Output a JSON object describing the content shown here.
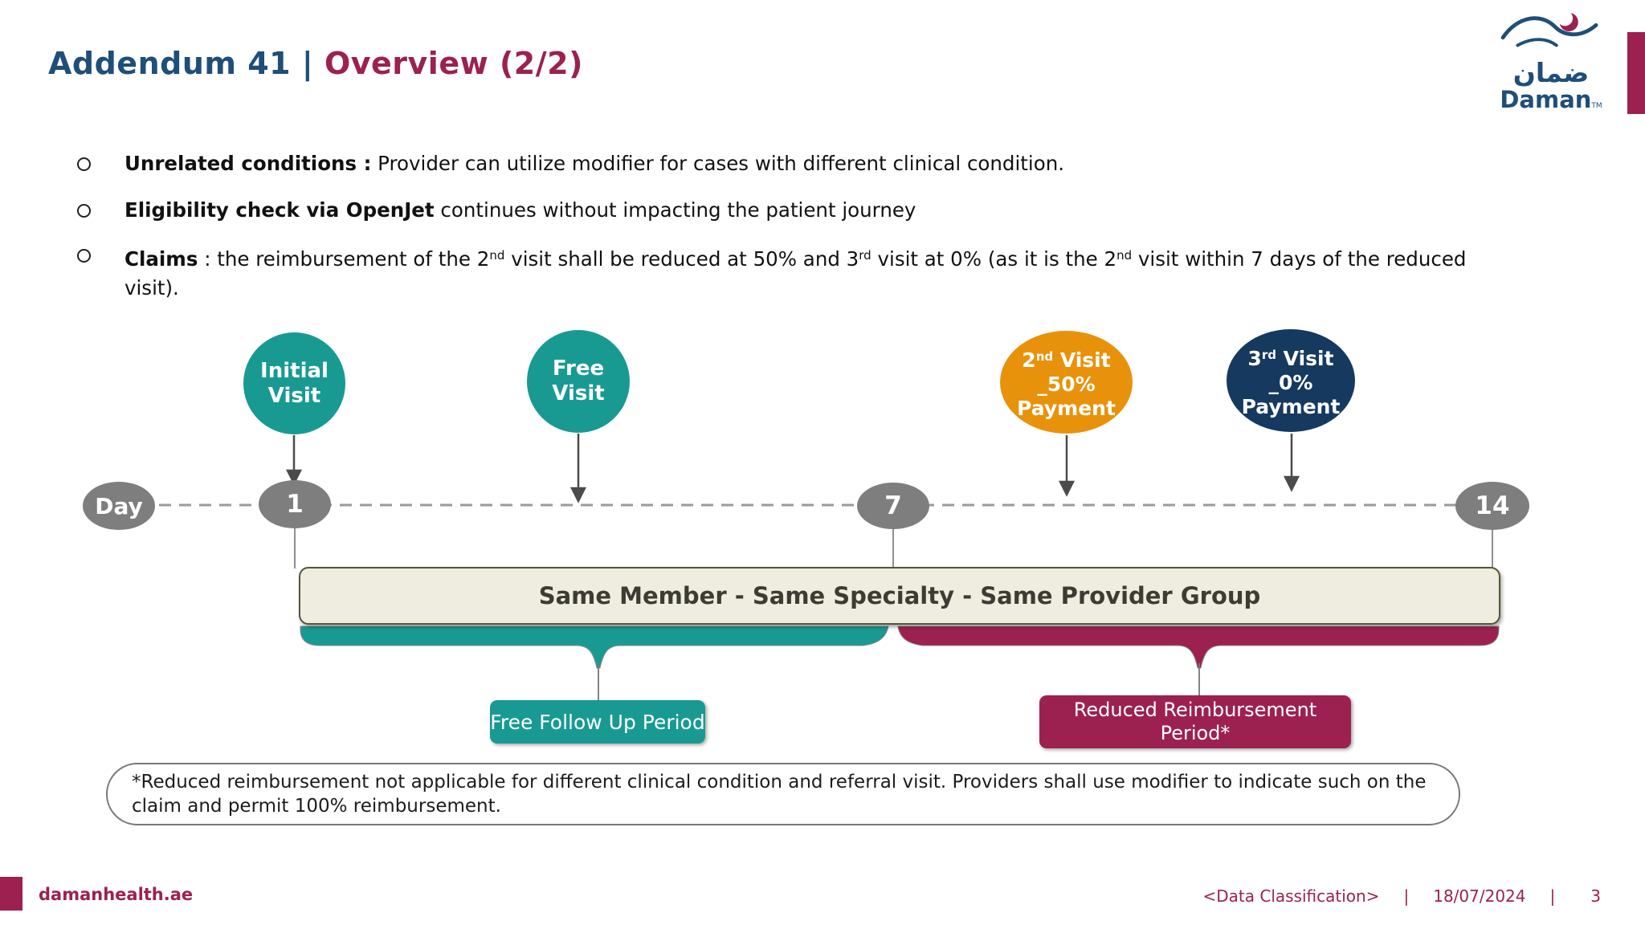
{
  "title": {
    "left": "Addendum 41 |",
    "right": " Overview (2/2)"
  },
  "logo": {
    "arabic": "ضمان",
    "name": "Daman",
    "tm": "TM"
  },
  "bullets": {
    "b1": {
      "bold": "Unrelated conditions :",
      "rest": " Provider can utilize modifier for cases with different clinical condition."
    },
    "b2": {
      "bold": "Eligibility check via OpenJet",
      "rest": " continues without impacting the patient journey"
    },
    "b3": {
      "bold": "Claims",
      "s1": " : the reimbursement of the 2",
      "sup1": "nd",
      "s2": " visit shall be reduced at 50% and 3",
      "sup2": "rd",
      "s3": " visit at 0% (as it is the 2",
      "sup3": "nd",
      "s4": " visit within 7 days of the reduced visit)."
    }
  },
  "timeline": {
    "day": "Day",
    "m1": "1",
    "m7": "7",
    "m14": "14",
    "visit1": {
      "l1": "Initial",
      "l2": "Visit"
    },
    "visit2": {
      "l1": "Free",
      "l2": "Visit"
    },
    "visit3": {
      "n": "2",
      "ord": "nd",
      "after": " Visit",
      "l2": "_50%",
      "l3": "Payment"
    },
    "visit4": {
      "n": "3",
      "ord": "rd",
      "after": " Visit",
      "l2": "_0%",
      "l3": "Payment"
    },
    "box": "Same Member - Same Specialty - Same Provider Group",
    "left_period": "Free Follow Up Period",
    "right_period_l1": "Reduced Reimbursement",
    "right_period_l2": "Period*",
    "footnote": "*Reduced reimbursement not applicable for different clinical condition and referral visit. Providers shall use modifier to indicate such on the claim and permit 100% reimbursement."
  },
  "footer": {
    "site": "damanhealth.ae",
    "classification": "<Data Classification>",
    "sep1": "|",
    "date": "18/07/2024",
    "sep2": "|",
    "page": "3"
  },
  "colors": {
    "title_blue": "#1F4E79",
    "maroon": "#9C2150",
    "teal": "#189A92",
    "orange": "#E8920B",
    "navy": "#16395F",
    "oval_gray": "#7E7E7E",
    "box_beige": "#EFECE0"
  }
}
